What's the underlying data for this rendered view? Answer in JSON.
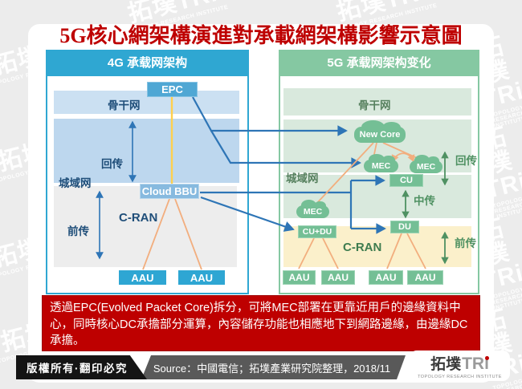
{
  "page": {
    "title": "5G核心網架構演進對承載網架構影響示意圖"
  },
  "watermark": {
    "big": "拓墣TRi",
    "small": "TOPOLOGY RESEARCH INSTITUTE"
  },
  "panel_4g": {
    "header": "4G 承载网架构",
    "labels": {
      "backbone": "骨干网",
      "backhaul": "回传",
      "metro": "城域网",
      "cran": "C-RAN",
      "fronthaul": "前传"
    },
    "nodes": {
      "epc": "EPC",
      "cloud_bbu": "Cloud BBU",
      "aau": [
        "AAU",
        "AAU"
      ]
    }
  },
  "panel_5g": {
    "header": "5G 承载网架构变化",
    "labels": {
      "backbone": "骨干网",
      "metro": "城域网",
      "backhaul": "回传",
      "midhaul": "中传",
      "cran": "C-RAN",
      "fronthaul": "前传"
    },
    "nodes": {
      "new_core": "New Core",
      "mec_upper_left": "MEC",
      "mec_upper_right": "MEC",
      "mec_edge": "MEC",
      "cu": "CU",
      "du": "DU",
      "cu_du": "CU+DU",
      "aau": [
        "AAU",
        "AAU",
        "AAU",
        "AAU"
      ]
    }
  },
  "note": "透過EPC(Evolved Packet Core)拆分，可將MEC部署在更靠近用戶的邊緣資料中心，同時核心DC承擔部分運算，內容儲存功能也相應地下到網路邊緣，由邊緣DC承擔。",
  "footer": {
    "copyright": "版權所有·翻印必究",
    "source": "Source：中國電信；拓墣產業研究院整理，2018/11"
  },
  "logo": {
    "cjk": "拓墣",
    "latin": "TRi",
    "subtitle": "TOPOLOGY RESEARCH INSTITUTE"
  },
  "colors": {
    "accent_red": "#BE0000",
    "blue_4g": "#2FA7D2",
    "green_5g": "#85C8A2",
    "arrow_blue": "#2E75B6",
    "arrow_orange": "#F2AE7E",
    "arrow_green": "#4F9162",
    "line_yellow": "#FFD04D",
    "band_blue_light": "#BDD7EE",
    "band_green_light": "#D9E9DD",
    "band_cream": "#FBF0CB"
  }
}
